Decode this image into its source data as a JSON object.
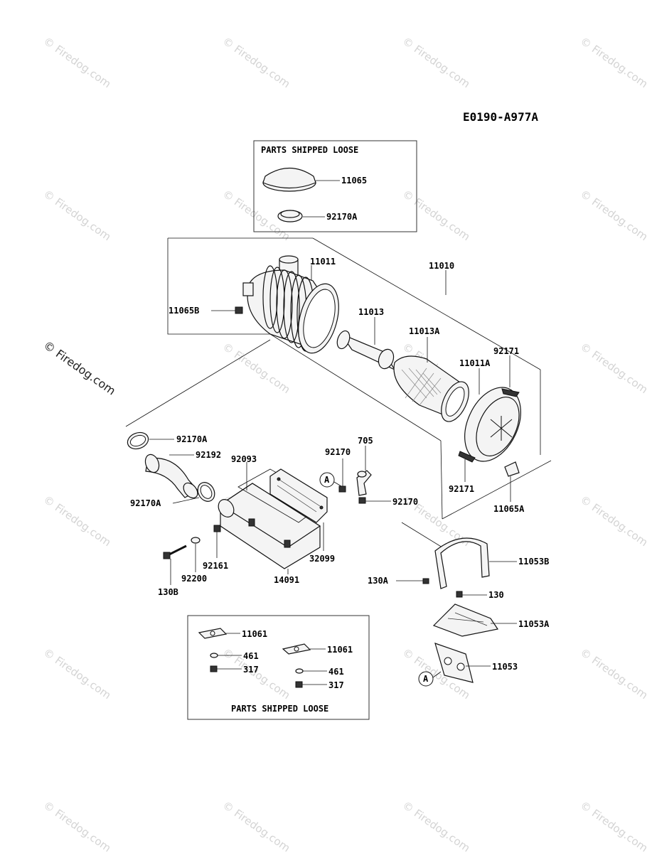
{
  "diagram_code": "E0190-A977A",
  "box_top_label": "PARTS SHIPPED LOOSE",
  "box_bottom_label": "PARTS SHIPPED LOOSE",
  "callout_letter": "A",
  "watermark": "© Firedog.com",
  "parts": {
    "p11065": "11065",
    "p92170A_top": "92170A",
    "p11011": "11011",
    "p11010": "11010",
    "p11065B": "11065B",
    "p11013": "11013",
    "p11013A": "11013A",
    "p92171_top": "92171",
    "p11011A": "11011A",
    "p92171_bot": "92171",
    "p11065A": "11065A",
    "p92170A_mid": "92170A",
    "p92192": "92192",
    "p92093": "92093",
    "p92170_a": "92170",
    "p705": "705",
    "p92170_b": "92170",
    "p92170A_low": "92170A",
    "p92161": "92161",
    "p92200": "92200",
    "p130B": "130B",
    "p14091": "14091",
    "p32099": "32099",
    "p11053B": "11053B",
    "p130A": "130A",
    "p130": "130",
    "p11053A": "11053A",
    "p11053": "11053",
    "p11061_a": "11061",
    "p461_a": "461",
    "p317_a": "317",
    "p11061_b": "11061",
    "p461_b": "461",
    "p317_b": "317"
  }
}
